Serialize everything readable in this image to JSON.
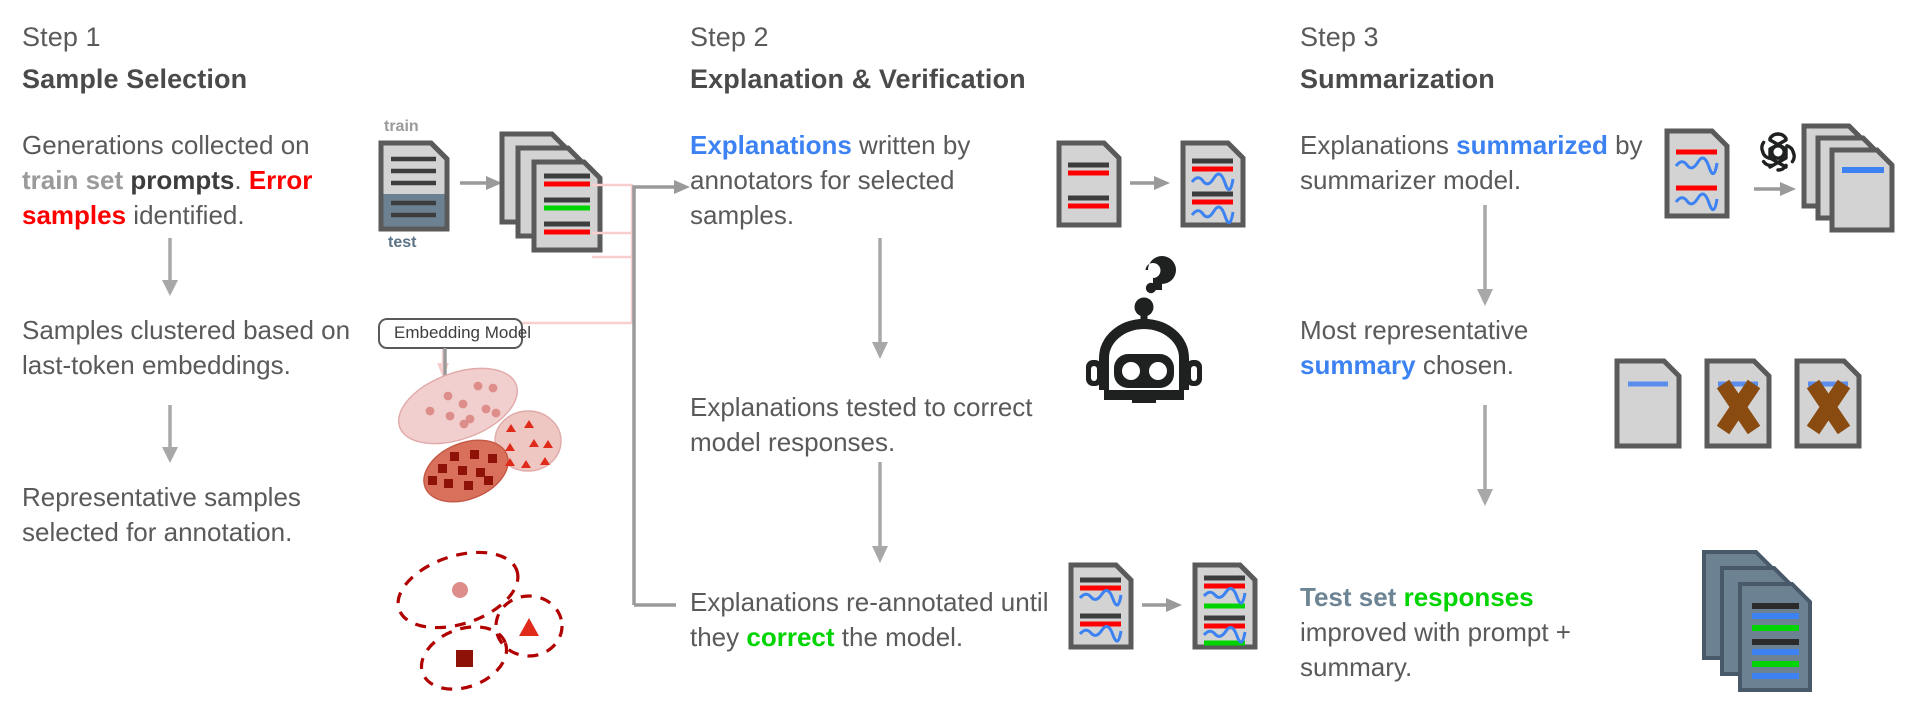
{
  "diagram": {
    "title_implicit": "Three-step pipeline: Sample Selection, Explanation & Verification, Summarization",
    "colors": {
      "text_gray": "#5a5a5a",
      "bold_dark": "#3d3d3d",
      "bold_light_gray": "#9a9a9a",
      "red": "#ff0000",
      "green": "#00d400",
      "blue": "#3c82f2",
      "slate": "#6d8494",
      "arrow_gray": "#9a9a9a",
      "doc_fill": "#d0d0d0",
      "doc_stroke": "#5a5a5a",
      "doc_dark_fill": "#6c8192",
      "cluster_pink_light": "#f2cfcf",
      "cluster_pink_mid": "#eec3c0",
      "cluster_salmon": "#d9705c",
      "dashed_red": "#b00000",
      "brown_x": "#8a4b10",
      "pink_connector": "#f7cfcf"
    }
  },
  "steps": [
    {
      "id": "step1",
      "label": "Step 1",
      "title": "Sample Selection",
      "blocks": [
        {
          "id": "s1b1",
          "runs": [
            {
              "text": "Generations collected on ",
              "style": "normal"
            },
            {
              "text": "train set",
              "style": "bold-gray"
            },
            {
              "text": " ",
              "style": "normal"
            },
            {
              "text": "prompts",
              "style": "bold-dark"
            },
            {
              "text": ". ",
              "style": "normal"
            },
            {
              "text": "Error samples",
              "style": "bold-red"
            },
            {
              "text": " identified.",
              "style": "normal"
            }
          ]
        },
        {
          "id": "s1b2",
          "runs": [
            {
              "text": "Samples clustered based on last-token embeddings.",
              "style": "normal"
            }
          ]
        },
        {
          "id": "s1b3",
          "runs": [
            {
              "text": "Representative samples selected for annotation.",
              "style": "normal"
            }
          ]
        }
      ],
      "graphic_labels": {
        "train": "train",
        "test": "test",
        "embedding_model": "Embedding Model"
      }
    },
    {
      "id": "step2",
      "label": "Step 2",
      "title": "Explanation & Verification",
      "blocks": [
        {
          "id": "s2b1",
          "runs": [
            {
              "text": "Explanations",
              "style": "bold-blue"
            },
            {
              "text": " written by annotators for selected samples.",
              "style": "normal"
            }
          ]
        },
        {
          "id": "s2b2",
          "runs": [
            {
              "text": "Explanations tested to correct model responses.",
              "style": "normal"
            }
          ]
        },
        {
          "id": "s2b3",
          "runs": [
            {
              "text": "Explanations re-annotated until they ",
              "style": "normal"
            },
            {
              "text": "correct",
              "style": "bold-green"
            },
            {
              "text": " the model.",
              "style": "normal"
            }
          ]
        }
      ]
    },
    {
      "id": "step3",
      "label": "Step 3",
      "title": "Summarization",
      "blocks": [
        {
          "id": "s3b1",
          "runs": [
            {
              "text": "Explanations ",
              "style": "normal"
            },
            {
              "text": "summarized",
              "style": "bold-blue"
            },
            {
              "text": " by summarizer model.",
              "style": "normal"
            }
          ]
        },
        {
          "id": "s3b2",
          "runs": [
            {
              "text": "Most representative ",
              "style": "normal"
            },
            {
              "text": "summary",
              "style": "bold-blue"
            },
            {
              "text": " chosen.",
              "style": "normal"
            }
          ]
        },
        {
          "id": "s3b3",
          "runs": [
            {
              "text": "Test set",
              "style": "bold-slate"
            },
            {
              "text": " ",
              "style": "normal"
            },
            {
              "text": "responses",
              "style": "bold-green"
            },
            {
              "text": " improved with prompt + summary.",
              "style": "normal"
            }
          ]
        }
      ]
    }
  ],
  "icons": {
    "train_test_doc": "document-train-test-icon",
    "stacked_docs_errors": "stacked-documents-errors-icon",
    "embedding_box": "embedding-model-box",
    "clusters_filled": "cluster-scatter-icon",
    "clusters_dashed": "cluster-representatives-icon",
    "doc_red": "document-red-lines-icon",
    "doc_explained": "document-explanation-icon",
    "robot": "robot-question-icon",
    "doc_corrected": "document-corrected-icon",
    "openai_logo": "openai-logo-icon",
    "doc_summary": "document-summary-icon",
    "doc_rejected": "document-rejected-x-icon",
    "stacked_responses": "stacked-responses-icon",
    "arrow": "arrow-right-icon",
    "arrow_down": "arrow-down-icon"
  }
}
